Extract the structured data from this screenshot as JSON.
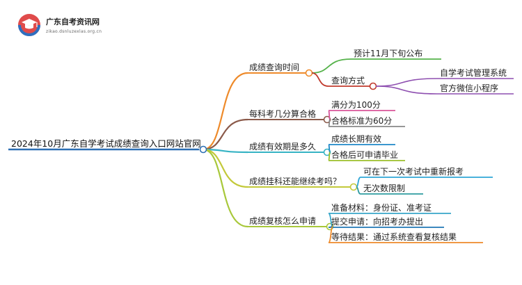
{
  "logo": {
    "title": "广东自考资讯网",
    "subtitle": "zikao.dsnluzexlas.org.cn"
  },
  "mindmap": {
    "root": "2024年10月广东自学考试成绩查询入口网站官网",
    "branches": [
      {
        "label": "成绩查询时间",
        "color": "#ee8a2a",
        "children": [
          {
            "label": "预计11月下旬公布",
            "color": "#55b24a",
            "children": []
          },
          {
            "label": "查询方式",
            "color": "#c0392b",
            "children": [
              {
                "label": "自学考试管理系统",
                "color": "#8e4fb0"
              },
              {
                "label": "官方微信小程序",
                "color": "#8e4fb0"
              }
            ]
          }
        ]
      },
      {
        "label": "每科考几分算合格",
        "color": "#8b5a4a",
        "children": [
          {
            "label": "满分为100分",
            "color": "#d9549a",
            "children": []
          },
          {
            "label": "合格标准为60分",
            "color": "#888888",
            "children": []
          }
        ]
      },
      {
        "label": "成绩有效期是多久",
        "color": "#36b3c4",
        "children": [
          {
            "label": "成绩长期有效",
            "color": "#1e88c8",
            "children": []
          },
          {
            "label": "合格后可申请毕业",
            "color": "#9bbf2a",
            "children": []
          }
        ]
      },
      {
        "label": "成绩挂科还能继续考吗？",
        "color": "#c3c93a",
        "children": [
          {
            "label": "可在下一次考试中重新报考",
            "color": "#2fa6d6",
            "children": []
          },
          {
            "label": "无次数限制",
            "color": "#2e9ba0",
            "children": []
          }
        ]
      },
      {
        "label": "成绩复核怎么申请",
        "color": "#a8c83a",
        "children": [
          {
            "label": "准备材料：身份证、准考证",
            "color": "#37a6c8",
            "children": []
          },
          {
            "label": "提交申请：向招考办提出",
            "color": "#1f77b4",
            "children": []
          },
          {
            "label": "等待结果：通过系统查看复核结果",
            "color": "#ee8a2a",
            "children": []
          }
        ]
      }
    ]
  }
}
